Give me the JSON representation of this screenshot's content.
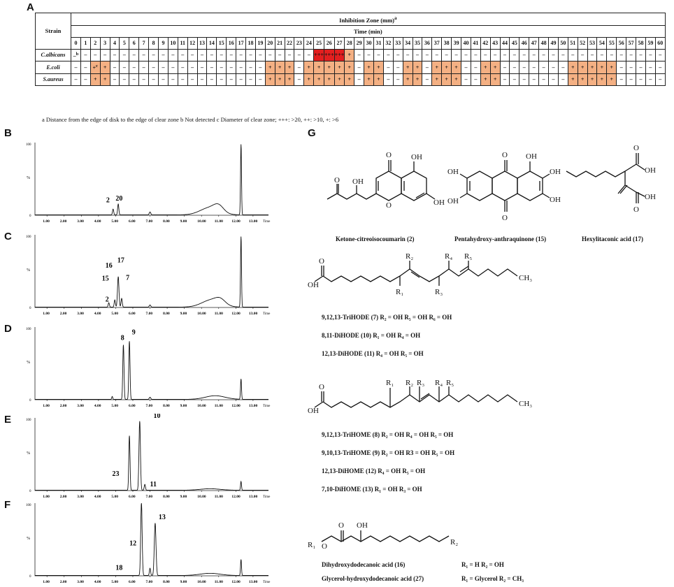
{
  "panels": {
    "a": "A",
    "b": "B",
    "c": "C",
    "d": "D",
    "e": "E",
    "f": "F",
    "g": "G"
  },
  "table": {
    "title": "Inhibition Zone (mm)",
    "title_sup": "a",
    "subtitle": "Time (min)",
    "strain_header": "Strain",
    "times": [
      "0",
      "1",
      "2",
      "3",
      "4",
      "5",
      "6",
      "7",
      "8",
      "9",
      "10",
      "11",
      "12",
      "13",
      "14",
      "15",
      "16",
      "17",
      "18",
      "19",
      "20",
      "21",
      "22",
      "23",
      "24",
      "25",
      "26",
      "27",
      "28",
      "29",
      "30",
      "31",
      "32",
      "33",
      "34",
      "35",
      "36",
      "37",
      "38",
      "39",
      "40",
      "41",
      "42",
      "43",
      "44",
      "45",
      "46",
      "47",
      "48",
      "49",
      "50",
      "51",
      "52",
      "53",
      "54",
      "55",
      "56",
      "57",
      "58",
      "59",
      "60"
    ],
    "rows": [
      {
        "strain": "C.albicans",
        "cells": [
          "–b",
          "–",
          "–",
          "–",
          "–",
          "–",
          "–",
          "–",
          "–",
          "–",
          "–",
          "–",
          "–",
          "–",
          "–",
          "–",
          "–",
          "–",
          "–",
          "–",
          "–",
          "–",
          "–",
          "–",
          "–",
          "+++",
          "+++",
          "+++",
          "+",
          "–",
          "–",
          "–",
          "–",
          "–",
          "–",
          "–",
          "–",
          "–",
          "–",
          "–",
          "–",
          "–",
          "–",
          "–",
          "–",
          "–",
          "–",
          "–",
          "–",
          "–",
          "–",
          "–",
          "–",
          "–",
          "–",
          "–",
          "–",
          "–",
          "–",
          "–",
          "–"
        ]
      },
      {
        "strain": "E.coli",
        "cells": [
          "–",
          "–",
          "+c",
          "+",
          "–",
          "–",
          "–",
          "–",
          "–",
          "–",
          "–",
          "–",
          "–",
          "–",
          "–",
          "–",
          "–",
          "–",
          "–",
          "–",
          "+",
          "+",
          "+",
          "–",
          "+",
          "+",
          "+",
          "+",
          "+",
          "–",
          "+",
          "+",
          "–",
          "–",
          "+",
          "+",
          "–",
          "+",
          "+",
          "+",
          "–",
          "–",
          "+",
          "+",
          "–",
          "–",
          "–",
          "–",
          "–",
          "–",
          "–",
          "+",
          "+",
          "+",
          "+",
          "+",
          "–",
          "–",
          "–",
          "–",
          "–"
        ]
      },
      {
        "strain": "S.aureus",
        "cells": [
          "–",
          "–",
          "+",
          "+",
          "–",
          "–",
          "–",
          "–",
          "–",
          "–",
          "–",
          "–",
          "–",
          "–",
          "–",
          "–",
          "–",
          "–",
          "–",
          "–",
          "+",
          "+",
          "+",
          "–",
          "+",
          "+",
          "+",
          "+",
          "+",
          "–",
          "+",
          "+",
          "–",
          "–",
          "+",
          "+",
          "–",
          "+",
          "+",
          "+",
          "–",
          "–",
          "+",
          "+",
          "–",
          "–",
          "–",
          "–",
          "–",
          "–",
          "–",
          "+",
          "+",
          "+",
          "+",
          "+",
          "–",
          "–",
          "–",
          "–",
          "–"
        ]
      }
    ],
    "footnote": "a Distance from the edge of disk to the edge of clear zone  b Not detected  c Diameter of clear zone; +++: >20, ++: >10, +: >6"
  },
  "chromatograms": {
    "y_top": "100",
    "y_unit": "%",
    "y_bottom": "0",
    "x_ticks": [
      "1.00",
      "2.00",
      "3.00",
      "4.00",
      "5.00",
      "6.00",
      "7.00",
      "8.00",
      "9.00",
      "10.00",
      "11.00",
      "12.00",
      "13.00"
    ],
    "x_unit": "Time",
    "B": {
      "labels": [
        "2",
        "20"
      ]
    },
    "C": {
      "labels": [
        "16",
        "17",
        "15",
        "2",
        "7"
      ]
    },
    "D": {
      "labels": [
        "8",
        "9"
      ]
    },
    "E": {
      "labels": [
        "10",
        "23",
        "11"
      ]
    },
    "F": {
      "labels": [
        "13",
        "12",
        "18"
      ]
    }
  },
  "compounds": {
    "c2": "Ketone-citreoisocoumarin (2)",
    "c15": "Pentahydroxy-anthraquinone (15)",
    "c17": "Hexylitaconic acid (17)",
    "hode": [
      "9,12,13-TriHODE (7)  R₂ = OH  R₅ = OH  R₆ = OH",
      "8,11-DiHODE (10)     R₁ = OH  R₄ = OH",
      "12,13-DiHODE (11)    R₄ = OH  R₅ = OH"
    ],
    "home": [
      "9,12,13-TriHOME (8)   R₂ = OH   R₄ = OH   R₅ = OH",
      "9,10,13-TriHOME (9)   R₂ = OH   R3 = OH  R₅ = OH",
      "12,13-DiHOME (12)      R₄ = OH   R₅ = OH",
      "7,10-DiHOME (13)       R₁ = OH   R₃ = OH"
    ],
    "c16": "Dihydroxydodecanoic acid (16)",
    "c16_r": "R₁ = H        R₂ = OH",
    "c27": "Glycerol-hydroxydodecanoic acid (27)",
    "c27_r": "R₁ = Glycerol  R₂ = CH₃",
    "atoms": {
      "O": "O",
      "OH": "OH",
      "CH3": "CH₃",
      "R1": "R₁",
      "R2": "R₂",
      "R3": "R₃",
      "R4": "R₄",
      "R5": "R₅"
    }
  }
}
